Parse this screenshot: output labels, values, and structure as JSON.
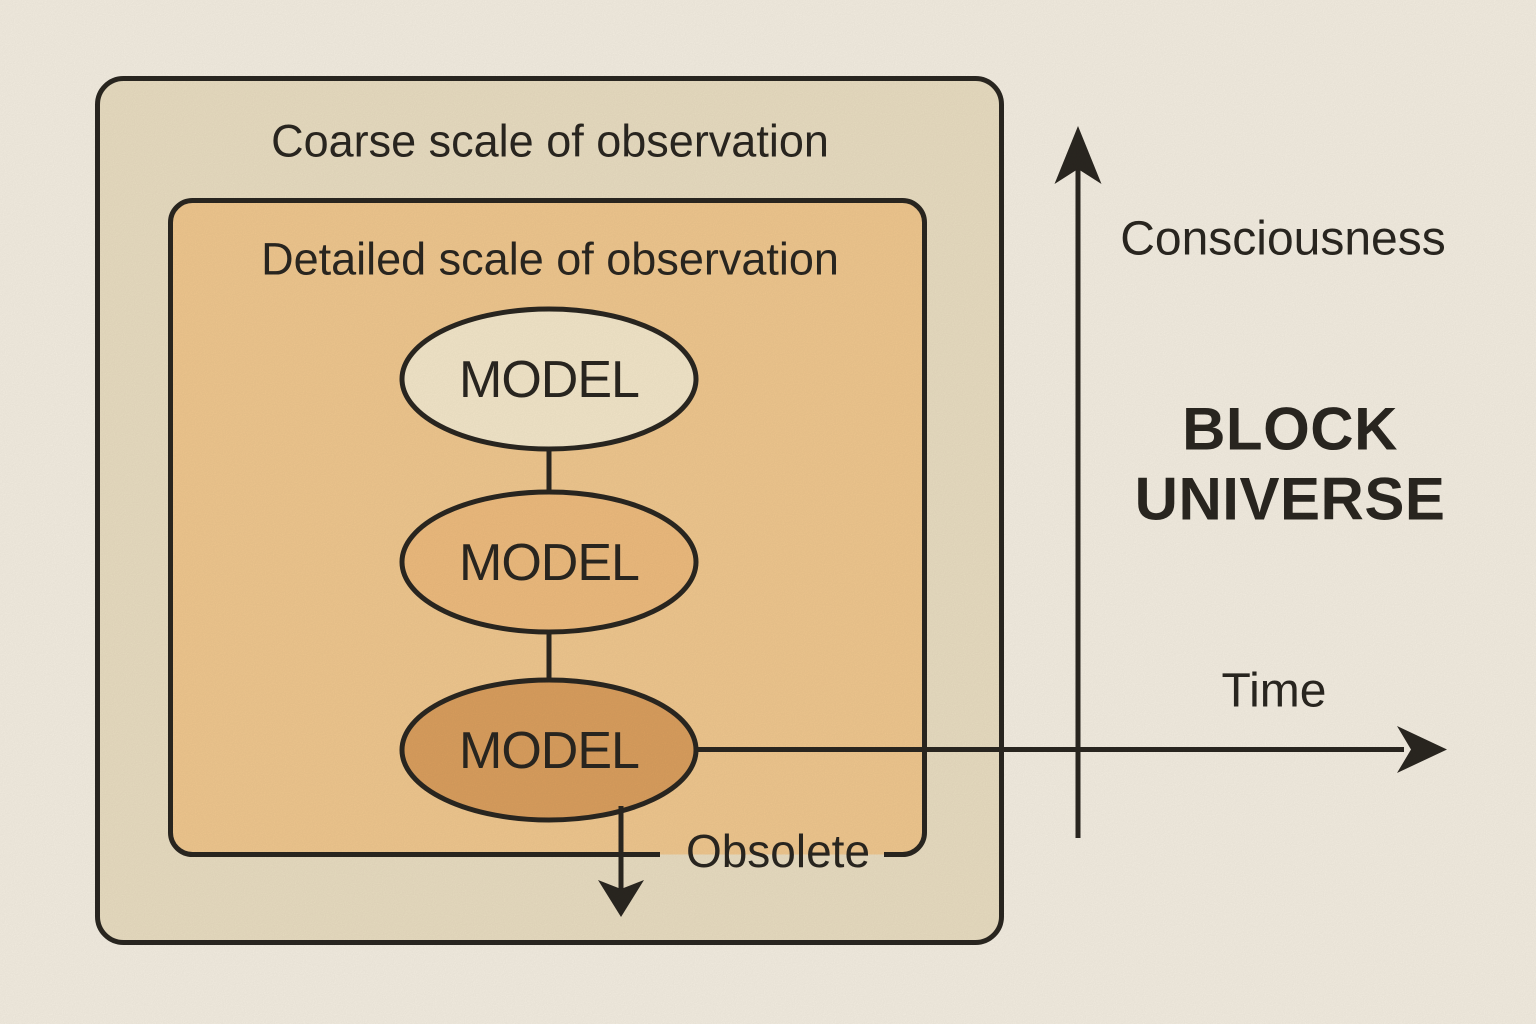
{
  "page": {
    "background": "#f6f0e3",
    "ink": "#2b2721"
  },
  "outer_box": {
    "label": "Coarse scale of observation",
    "fill": "#ebdfc3"
  },
  "inner_box": {
    "label": "Detailed scale of observation",
    "fill": "#f2c990"
  },
  "models": [
    {
      "label": "MODEL",
      "fill": "#f5e8cb"
    },
    {
      "label": "MODEL",
      "fill": "#f0bd7f"
    },
    {
      "label": "MODEL",
      "fill": "#dca05f"
    }
  ],
  "obsolete": {
    "label": "Obsolete"
  },
  "axes": {
    "vertical_label": "Consciousness",
    "horizontal_label": "Time"
  },
  "caption": {
    "line1": "BLOCK",
    "line2": "UNIVERSE"
  }
}
